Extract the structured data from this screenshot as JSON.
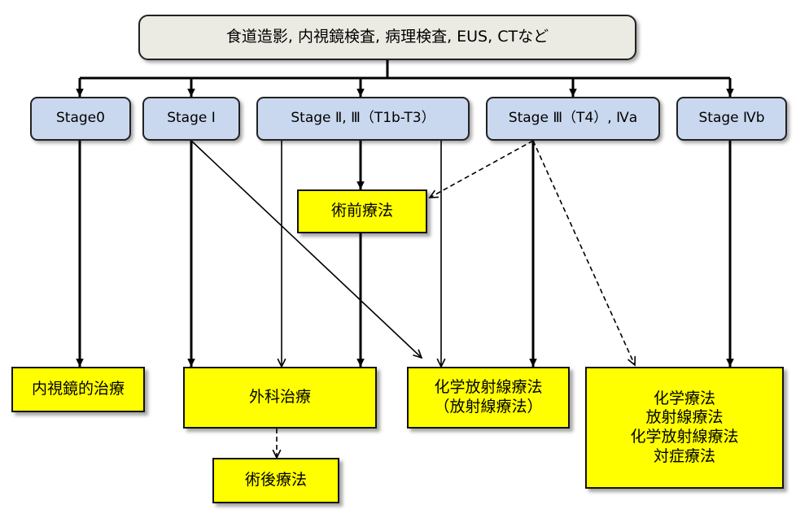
{
  "top": {
    "label": "食道造影, 内視鏡検査, 病理検査, EUS, CTなど"
  },
  "stages": {
    "s0": "Stage0",
    "s1": "Stage Ⅰ",
    "s23": "Stage Ⅱ, Ⅲ（T1b-T3）",
    "s3t4": "Stage Ⅲ（T4）, Ⅳa",
    "s4b": "Stage Ⅳb"
  },
  "treatments": {
    "endoscopic": "内視鏡的治療",
    "preop": "術前療法",
    "surgery": "外科治療",
    "postop": "術後療法",
    "chemoradio": [
      "化学放射線療法",
      "（放射線療法）"
    ],
    "palliative": [
      "化学療法",
      "放射線療法",
      "化学放射線療法",
      "対症療法"
    ]
  },
  "colors": {
    "top_fill": "#ecebe3",
    "stage_fill": "#c9d8ee",
    "treatment_fill": "#ffff00",
    "line": "#000000"
  }
}
